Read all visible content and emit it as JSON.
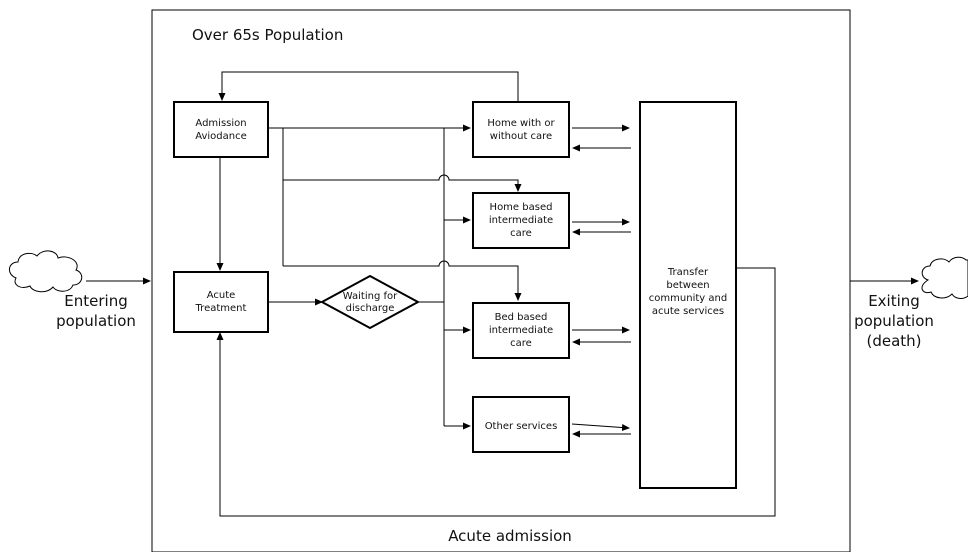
{
  "container_title": "Over 65s Population",
  "nodes": {
    "admission_avoidance": [
      "Admission",
      "Aviodance"
    ],
    "acute_treatment": [
      "Acute",
      "Treatment"
    ],
    "waiting_for_discharge": [
      "Waiting for",
      "discharge"
    ],
    "home_with_or_without_care": [
      "Home with or",
      "without care"
    ],
    "home_based_intermediate_care": [
      "Home based",
      "intermediate",
      "care"
    ],
    "bed_based_intermediate_care": [
      "Bed based",
      "intermediate",
      "care"
    ],
    "other_services": [
      "Other services"
    ],
    "transfer": [
      "Transfer",
      "between",
      "community and",
      "acute services"
    ]
  },
  "external": {
    "entering": [
      "Entering",
      "population"
    ],
    "exiting": [
      "Exiting",
      "population",
      "(death)"
    ]
  },
  "edge_labels": {
    "acute_admission": "Acute admission"
  }
}
